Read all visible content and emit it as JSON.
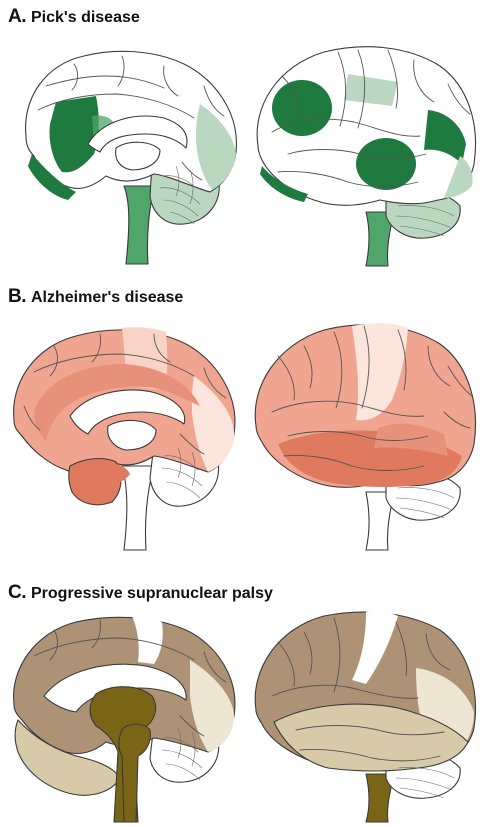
{
  "panels": [
    {
      "letter": "A.",
      "title": "Pick's disease",
      "colors": {
        "strong": "#1f7a3f",
        "medium": "#4fa56a",
        "light": "#b9d8bf"
      }
    },
    {
      "letter": "B.",
      "title": "Alzheimer's disease",
      "colors": {
        "strong": "#e07a5f",
        "medium": "#efa590",
        "light": "#f8d3c6",
        "pale": "#fbe5dc"
      }
    },
    {
      "letter": "C.",
      "title": "Progressive supranuclear palsy",
      "colors": {
        "strong": "#7a6517",
        "medium": "#ae9276",
        "light": "#d7caa8",
        "pale": "#ece6d3"
      }
    }
  ]
}
